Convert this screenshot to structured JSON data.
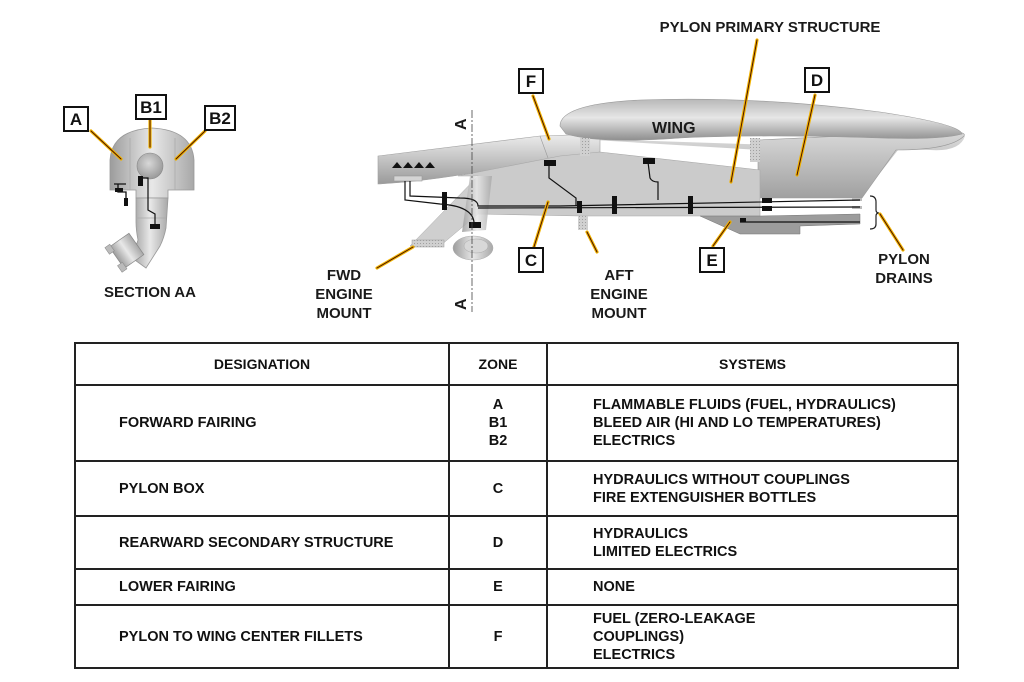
{
  "diagram": {
    "section_label": "SECTION AA",
    "section_zones": [
      "A",
      "B1",
      "B2"
    ],
    "side_zones": [
      "F",
      "C",
      "D",
      "E"
    ],
    "wing_label": "WING",
    "pylon_primary_structure_label": "PYLON PRIMARY STRUCTURE",
    "fwd_engine_mount_label": [
      "FWD",
      "ENGINE",
      "MOUNT"
    ],
    "aft_engine_mount_label": [
      "AFT",
      "ENGINE",
      "MOUNT"
    ],
    "pylon_drains_label": [
      "PYLON",
      "DRAINS"
    ],
    "section_cut_marker": "A",
    "colors": {
      "leader_line_outer": "#e8a400",
      "leader_line_inner": "#5a1a00",
      "structure_gray": "#c8c8c8",
      "dark_gray": "#8c8c8c"
    }
  },
  "table": {
    "headers": [
      "DESIGNATION",
      "ZONE",
      "SYSTEMS"
    ],
    "rows": [
      {
        "designation": "FORWARD FAIRING",
        "zones": [
          "A",
          "B1",
          "B2"
        ],
        "systems": [
          "FLAMMABLE FLUIDS (FUEL, HYDRAULICS)",
          "BLEED AIR (HI AND LO TEMPERATURES)",
          "ELECTRICS"
        ]
      },
      {
        "designation": "PYLON BOX",
        "zones": [
          "C"
        ],
        "systems": [
          "HYDRAULICS WITHOUT COUPLINGS",
          "FIRE EXTENGUISHER BOTTLES"
        ]
      },
      {
        "designation": "REARWARD SECONDARY STRUCTURE",
        "zones": [
          "D"
        ],
        "systems": [
          "HYDRAULICS",
          "LIMITED ELECTRICS"
        ]
      },
      {
        "designation": "LOWER FAIRING",
        "zones": [
          "E"
        ],
        "systems": [
          "NONE"
        ]
      },
      {
        "designation": "PYLON TO WING CENTER FILLETS",
        "zones": [
          "F"
        ],
        "systems": [
          "FUEL (ZERO-LEAKAGE",
          "COUPLINGS)",
          "ELECTRICS"
        ]
      }
    ]
  }
}
